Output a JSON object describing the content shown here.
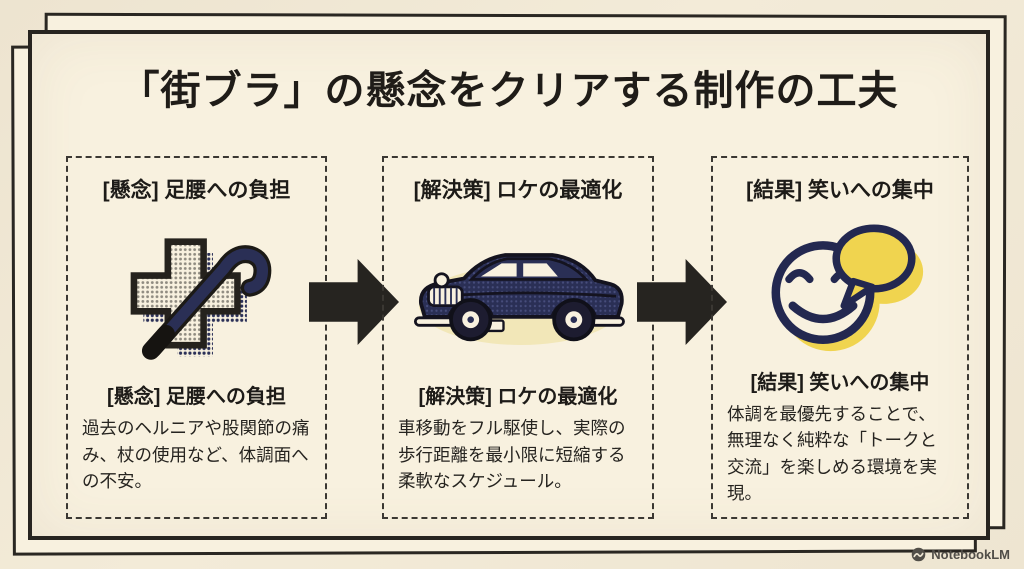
{
  "title": "「街ブラ」の懸念をクリアする制作の工夫",
  "panels": [
    {
      "header": "[懸念] 足腰への負担",
      "icon": "medical-cross-and-cane-icon",
      "subtitle": "[懸念] 足腰への負担",
      "body": "過去のヘルニアや股関節の痛み、杖の使用など、体調面への不安。"
    },
    {
      "header": "[解決策] ロケの最適化",
      "icon": "vintage-car-icon",
      "subtitle": "[解決策] ロケの最適化",
      "body": "車移動をフル駆使し、実際の歩行距離を最小限に短縮する柔軟なスケジュール。"
    },
    {
      "header": "[結果] 笑いへの集中",
      "icon": "smiley-speech-bubble-icon",
      "subtitle": "[結果] 笑いへの集中",
      "body": "体調を最優先することで、無理なく純粋な「トークと交流」を楽しめる環境を実現。"
    }
  ],
  "watermark": {
    "label": "NotebookLM"
  },
  "colors": {
    "paper": "#f8f1df",
    "ink": "#262420",
    "navy": "#272c52",
    "yellow": "#f0d44f"
  }
}
